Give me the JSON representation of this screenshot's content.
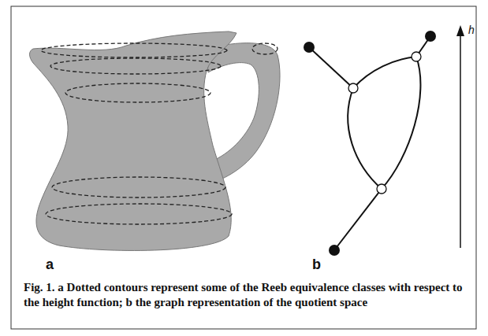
{
  "diagram": {
    "caption": "Fig. 1. a Dotted contours represent some of the Reeb equivalence classes with respect to the height function; b the graph representation of the quotient space",
    "labels": [
      "a",
      "b",
      "h"
    ]
  }
}
